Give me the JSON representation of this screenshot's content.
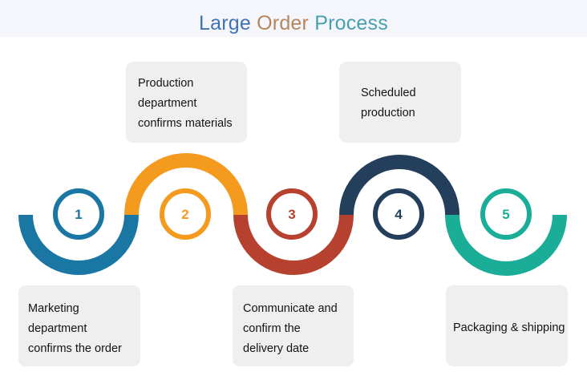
{
  "title": {
    "word1": "Large",
    "word2": "Order",
    "word3": "Process"
  },
  "steps": [
    {
      "number": "1",
      "color": "#1a76a2",
      "lines": [
        "Marketing",
        "department",
        "confirms the order"
      ]
    },
    {
      "number": "2",
      "color": "#f39a1f",
      "lines": [
        "Production",
        "department",
        "confirms materials"
      ]
    },
    {
      "number": "3",
      "color": "#b7412f",
      "lines": [
        "Communicate and",
        "confirm the",
        "delivery date"
      ]
    },
    {
      "number": "4",
      "color": "#243f5c",
      "lines": [
        "Scheduled",
        "production"
      ]
    },
    {
      "number": "5",
      "color": "#1aad98",
      "lines": [
        "Packaging & shipping"
      ]
    }
  ]
}
